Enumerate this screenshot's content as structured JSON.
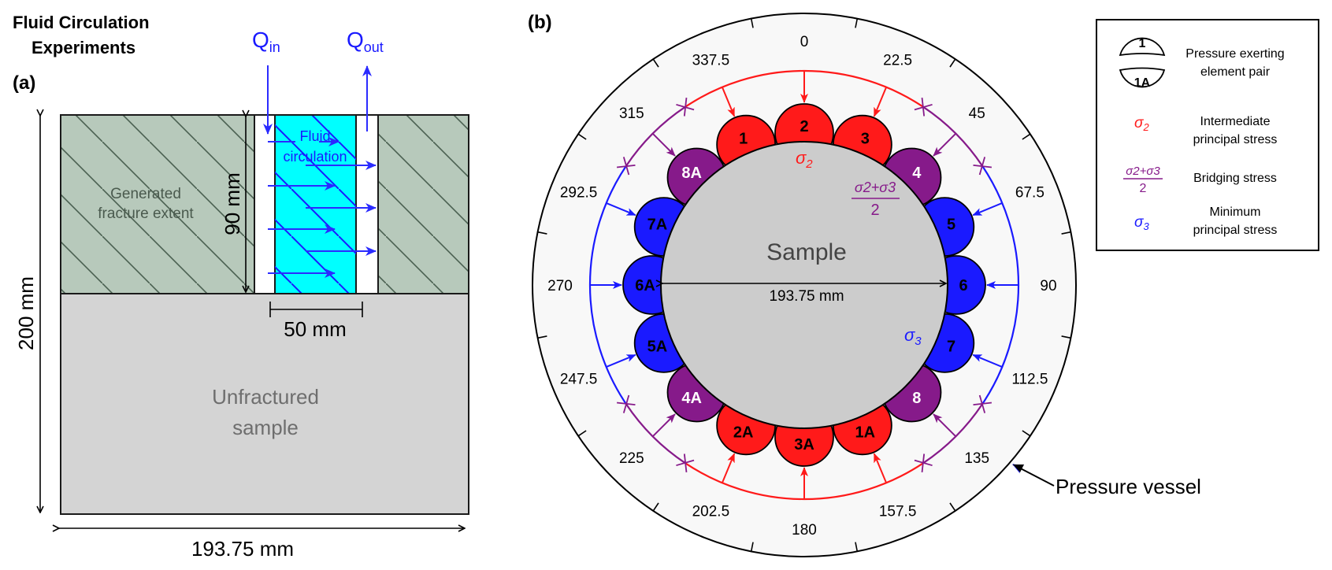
{
  "panel_a": {
    "title_line1": "Fluid Circulation",
    "title_line2": "Experiments",
    "label": "(a)",
    "q_in_main": "Q",
    "q_in_sub": "in",
    "q_out_main": "Q",
    "q_out_sub": "out",
    "fracture_label_line1": "Generated",
    "fracture_label_line2": "fracture extent",
    "fluid_label_line1": "Fluid",
    "fluid_label_line2": "circulation",
    "dim_90": "90 mm",
    "dim_50": "50 mm",
    "dim_200": "200 mm",
    "dim_width": "193.75 mm",
    "unfractured_line1": "Unfractured",
    "unfractured_line2": "sample"
  },
  "panel_b": {
    "label": "(b)",
    "sample_label": "Sample",
    "diameter_label": "193.75 mm",
    "sigma2_label": "σ",
    "sigma2_sub": "2",
    "sigma3_label": "σ",
    "sigma3_sub": "3",
    "bridging_num": "σ2+σ3",
    "bridging_den": "2",
    "vessel_label": "Pressure vessel",
    "angles": [
      "0",
      "22.5",
      "45",
      "67.5",
      "90",
      "112.5",
      "135",
      "157.5",
      "180",
      "202.5",
      "225",
      "247.5",
      "270",
      "292.5",
      "315",
      "337.5"
    ],
    "elements": [
      {
        "label": "2",
        "angle": 0,
        "type": "sigma2"
      },
      {
        "label": "3",
        "angle": 22.5,
        "type": "sigma2"
      },
      {
        "label": "4",
        "angle": 45,
        "type": "bridging"
      },
      {
        "label": "5",
        "angle": 67.5,
        "type": "sigma3"
      },
      {
        "label": "6",
        "angle": 90,
        "type": "sigma3"
      },
      {
        "label": "7",
        "angle": 112.5,
        "type": "sigma3"
      },
      {
        "label": "8",
        "angle": 135,
        "type": "bridging"
      },
      {
        "label": "1A",
        "angle": 157.5,
        "type": "sigma2"
      },
      {
        "label": "3A",
        "angle": 180,
        "type": "sigma2"
      },
      {
        "label": "2A",
        "angle": 202.5,
        "type": "sigma2"
      },
      {
        "label": "4A",
        "angle": 225,
        "type": "bridging"
      },
      {
        "label": "5A",
        "angle": 247.5,
        "type": "sigma3"
      },
      {
        "label": "6A",
        "angle": 270,
        "type": "sigma3"
      },
      {
        "label": "7A",
        "angle": 292.5,
        "type": "sigma3"
      },
      {
        "label": "8A",
        "angle": 315,
        "type": "bridging"
      },
      {
        "label": "1",
        "angle": 337.5,
        "type": "sigma2"
      }
    ]
  },
  "legend": {
    "pair_top": "1",
    "pair_bottom": "1A",
    "pair_desc_line1": "Pressure exerting",
    "pair_desc_line2": "element pair",
    "sigma2_sym": "σ",
    "sigma2_sub": "2",
    "sigma2_desc_line1": "Intermediate",
    "sigma2_desc_line2": "principal stress",
    "bridging_num": "σ2+σ3",
    "bridging_den": "2",
    "bridging_desc": "Bridging stress",
    "sigma3_sym": "σ",
    "sigma3_sub": "3",
    "sigma3_desc_line1": "Minimum",
    "sigma3_desc_line2": "principal stress"
  },
  "colors": {
    "sigma2": "#ff1a1a",
    "bridging": "#861a8a",
    "sigma3": "#1a1aff",
    "arrow_blue": "#2b2bff",
    "fluid": "#00ffff",
    "fracture": "#b7c9bb",
    "unfractured": "#d4d4d4",
    "sample": "#cccccc",
    "vessel_bg": "#f8f8f8"
  }
}
